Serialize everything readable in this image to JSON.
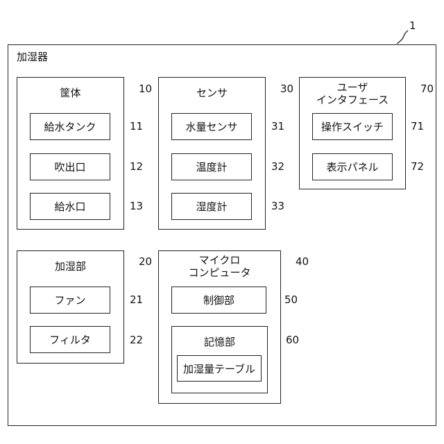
{
  "device_ref": "1",
  "device_label": "加湿器",
  "housing": {
    "title": "筐体",
    "ref": "10",
    "items": [
      {
        "label": "給水タンク",
        "ref": "11"
      },
      {
        "label": "吹出口",
        "ref": "12"
      },
      {
        "label": "給水口",
        "ref": "13"
      }
    ]
  },
  "sensor": {
    "title": "センサ",
    "ref": "30",
    "items": [
      {
        "label": "水量センサ",
        "ref": "31"
      },
      {
        "label": "温度計",
        "ref": "32"
      },
      {
        "label": "湿度計",
        "ref": "33"
      }
    ]
  },
  "ui": {
    "title_line1": "ユーザ",
    "title_line2": "インタフェース",
    "ref": "70",
    "items": [
      {
        "label": "操作スイッチ",
        "ref": "71"
      },
      {
        "label": "表示パネル",
        "ref": "72"
      }
    ]
  },
  "humidifying": {
    "title": "加湿部",
    "ref": "20",
    "items": [
      {
        "label": "ファン",
        "ref": "21"
      },
      {
        "label": "フィルタ",
        "ref": "22"
      }
    ]
  },
  "micro": {
    "title_line1": "マイクロ",
    "title_line2": "コンピュータ",
    "ref": "40",
    "control": {
      "label": "制御部",
      "ref": "50"
    },
    "memory": {
      "label": "記憶部",
      "ref": "60",
      "table_label": "加湿量テーブル"
    }
  }
}
